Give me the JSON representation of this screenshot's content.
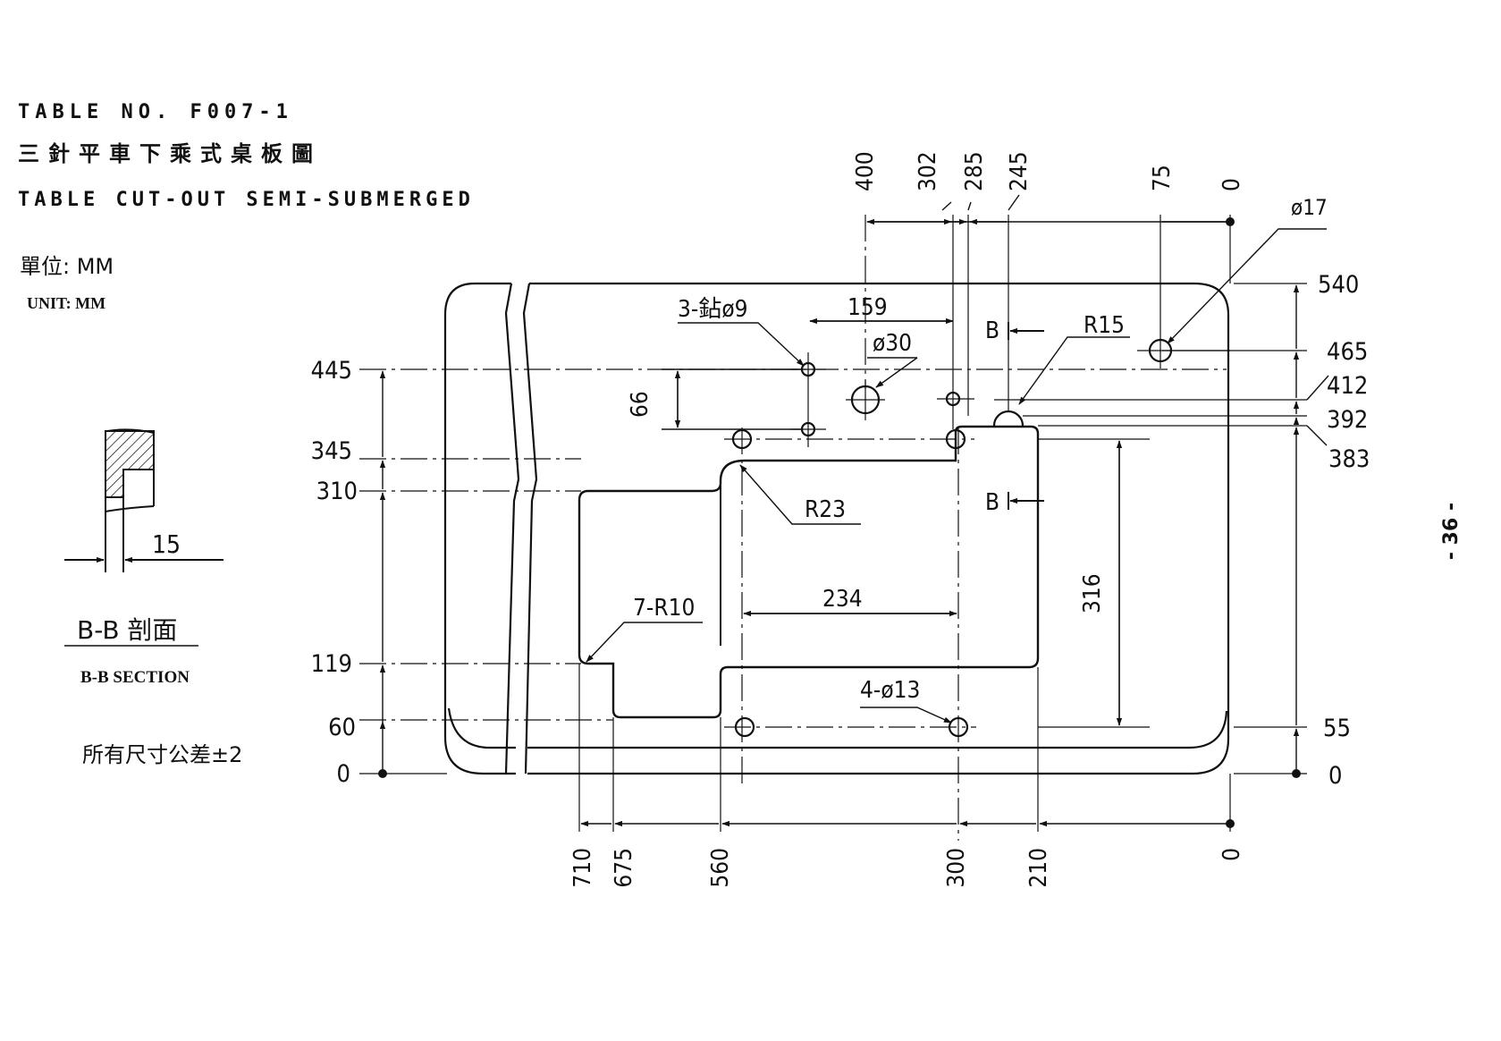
{
  "header": {
    "table_no": "TABLE NO. F007-1",
    "title_zh": "三針平車下乘式桌板圖",
    "title_en": "TABLE CUT-OUT SEMI-SUBMERGED",
    "unit_zh": "單位: MM",
    "unit_en": "UNIT: MM"
  },
  "section": {
    "dimension": "15",
    "label_zh": "B-B 剖面",
    "label_en": "B-B SECTION",
    "tolerance": "所有尺寸公差±2"
  },
  "page_number": "- 36 -",
  "top_dims": [
    "400",
    "302",
    "285",
    "245",
    "75",
    "0"
  ],
  "bottom_dims": [
    "710",
    "675",
    "560",
    "300",
    "210",
    "0"
  ],
  "left_dims": [
    "445",
    "345",
    "310",
    "119",
    "60",
    "0"
  ],
  "right_dims": [
    "540",
    "465",
    "412",
    "392",
    "383",
    "55",
    "0"
  ],
  "callouts": {
    "drill": "3-鉆ø9",
    "dim_159": "159",
    "hole30": "ø30",
    "hole17": "ø17",
    "r15": "R15",
    "r23": "R23",
    "r10": "7-R10",
    "dim_234": "234",
    "dim_316": "316",
    "dim_66": "66",
    "hole13": "4-ø13",
    "section_mark": "B"
  },
  "colors": {
    "ink": "#111111",
    "paper": "#ffffff"
  }
}
